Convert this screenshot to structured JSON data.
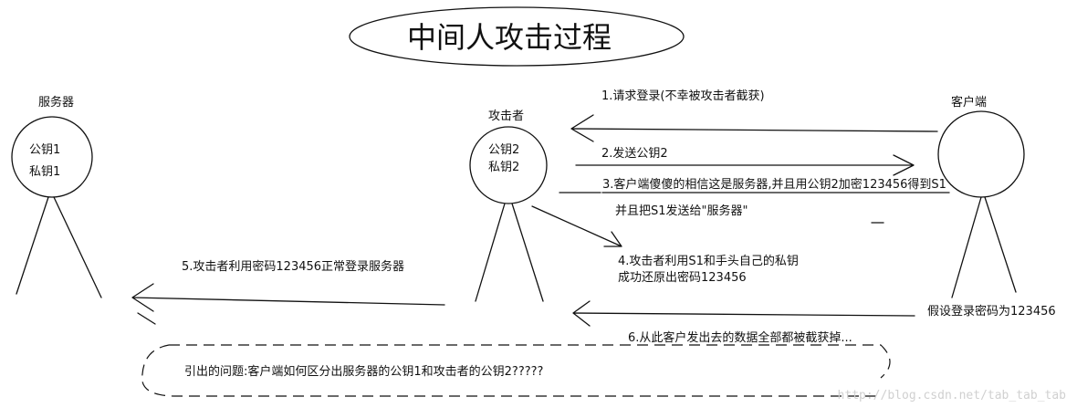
{
  "title": "中间人攻击过程",
  "actors": {
    "server": {
      "name": "服务器",
      "keys": [
        "公钥1",
        "私钥1"
      ]
    },
    "attacker": {
      "name": "攻击者",
      "keys": [
        "公钥2",
        "私钥2"
      ]
    },
    "client": {
      "name": "客户端",
      "note": "假设登录密码为123456"
    }
  },
  "steps": {
    "s1": "1.请求登录(不幸被攻击者截获)",
    "s2": "2.发送公钥2",
    "s3_line1": "3.客户端傻傻的相信这是服务器,并且用公钥2加密123456得到S1",
    "s3_line2": "并且把S1发送给\"服务器\"",
    "s4_line1": "4.攻击者利用S1和手头自己的私钥",
    "s4_line2": "成功还原出密码123456",
    "s5": "5.攻击者利用密码123456正常登录服务器",
    "s6": "6.从此客户发出去的数据全部都被截获掉..."
  },
  "question": "引出的问题:客户端如何区分出服务器的公钥1和攻击者的公钥2?????",
  "watermark": "http://blog.csdn.net/tab_tab_tab"
}
